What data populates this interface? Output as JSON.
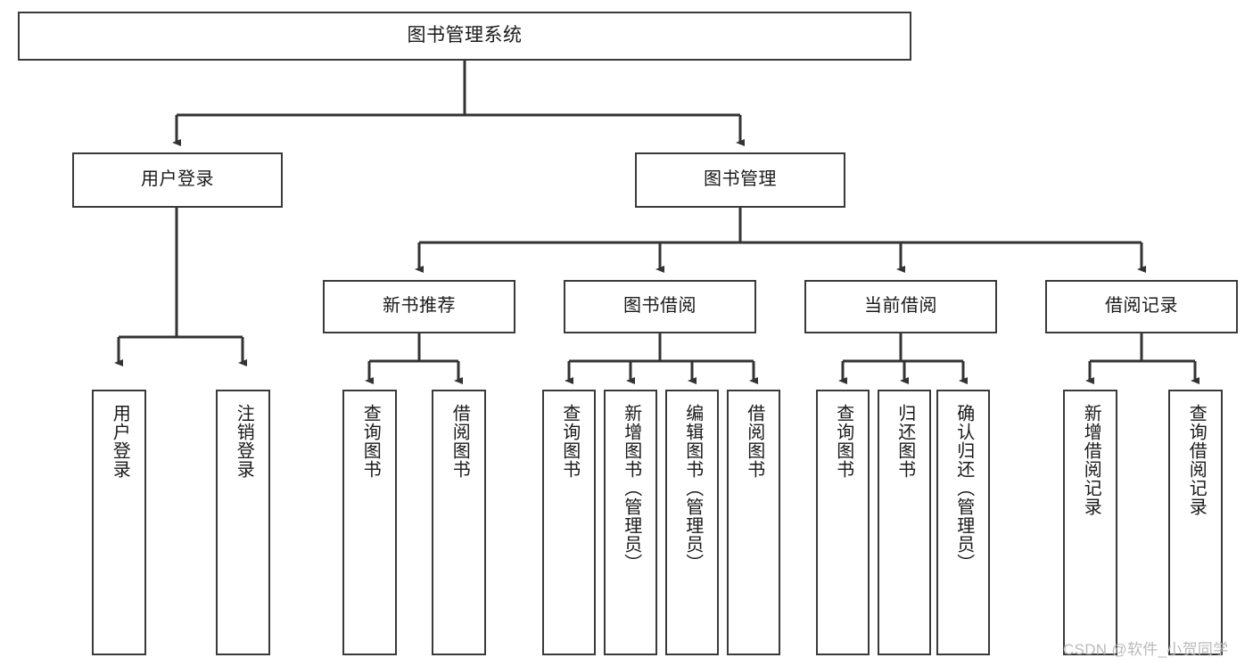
{
  "diagram": {
    "title": "图书管理系统",
    "type": "hierarchy-tree",
    "levels": 4,
    "root": {
      "id": "root",
      "label": "图书管理系统"
    },
    "level2": [
      {
        "id": "user-login",
        "label": "用户登录"
      },
      {
        "id": "book-management",
        "label": "图书管理"
      }
    ],
    "level3": [
      {
        "id": "new-book-recommend",
        "label": "新书推荐",
        "parent": "book-management"
      },
      {
        "id": "book-borrow",
        "label": "图书借阅",
        "parent": "book-management"
      },
      {
        "id": "current-borrow",
        "label": "当前借阅",
        "parent": "book-management"
      },
      {
        "id": "borrow-record",
        "label": "借阅记录",
        "parent": "book-management"
      }
    ],
    "leaves": {
      "user_login": [
        {
          "id": "leaf-user-login",
          "label": "用户登录"
        },
        {
          "id": "leaf-logout-login",
          "label": "注销登录"
        }
      ],
      "new_book_recommend": [
        {
          "id": "leaf-query-book-1",
          "label": "查询图书"
        },
        {
          "id": "leaf-borrow-book-1",
          "label": "借阅图书"
        }
      ],
      "book_borrow": [
        {
          "id": "leaf-query-book-2",
          "label": "查询图书"
        },
        {
          "id": "leaf-add-book",
          "label": "新增图书（管理员）"
        },
        {
          "id": "leaf-edit-book",
          "label": "编辑图书（管理员）"
        },
        {
          "id": "leaf-borrow-book-2",
          "label": "借阅图书"
        }
      ],
      "current_borrow": [
        {
          "id": "leaf-query-book-3",
          "label": "查询图书"
        },
        {
          "id": "leaf-return-book",
          "label": "归还图书"
        },
        {
          "id": "leaf-confirm-return",
          "label": "确认归还（管理员）"
        }
      ],
      "borrow_record": [
        {
          "id": "leaf-add-record",
          "label": "新增借阅记录"
        },
        {
          "id": "leaf-query-record",
          "label": "查询借阅记录"
        }
      ]
    }
  },
  "watermark": {
    "text": "CSDN @软件_小贺同学"
  },
  "colors": {
    "border": "#3a3a3a",
    "background": "#ffffff",
    "text": "#1a1a1a",
    "edge": "#333333",
    "watermark": "#b9b9b9"
  }
}
